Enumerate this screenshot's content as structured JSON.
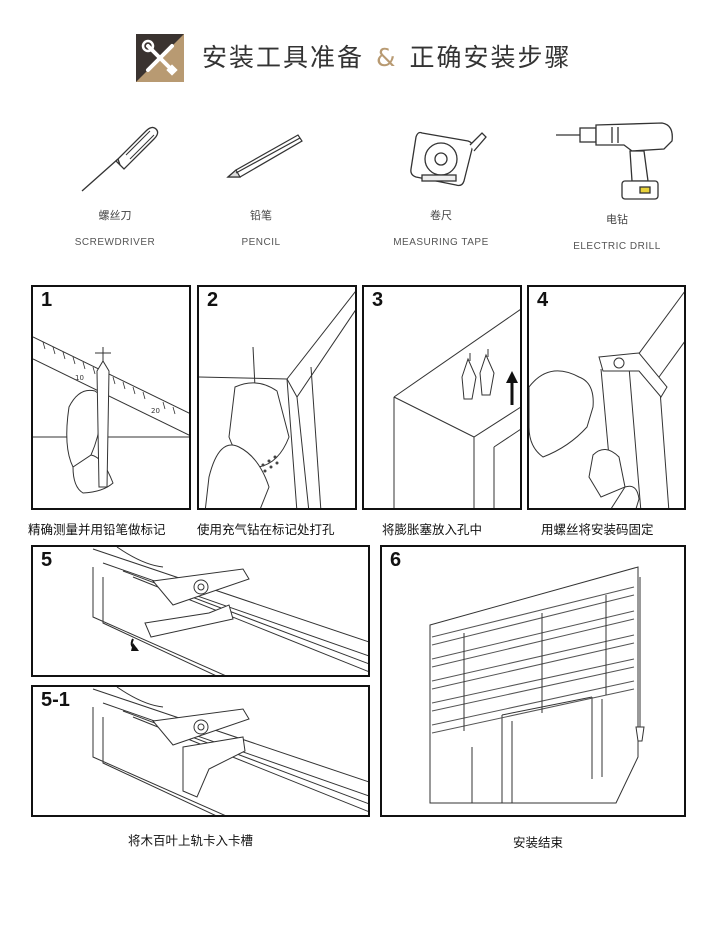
{
  "header": {
    "title_part1": "安装工具准备",
    "ampersand": "&",
    "title_part2": "正确安装步骤"
  },
  "tools": [
    {
      "cn": "螺丝刀",
      "en": "SCREWDRIVER",
      "icon": "screwdriver-icon"
    },
    {
      "cn": "铅笔",
      "en": "PENCIL",
      "icon": "pencil-icon"
    },
    {
      "cn": "卷尺",
      "en": "MEASURING TAPE",
      "icon": "tape-measure-icon"
    },
    {
      "cn": "电钻",
      "en": "ELECTRIC DRILL",
      "icon": "drill-icon"
    }
  ],
  "steps": [
    {
      "num": "1",
      "caption": "精确测量并用铅笔做标记"
    },
    {
      "num": "2",
      "caption": "使用充气钻在标记处打孔"
    },
    {
      "num": "3",
      "caption": "将膨胀塞放入孔中"
    },
    {
      "num": "4",
      "caption": "用螺丝将安装码固定"
    },
    {
      "num": "5",
      "caption": ""
    },
    {
      "num": "5-1",
      "caption": "将木百叶上轨卡入卡槽"
    },
    {
      "num": "6",
      "caption": "安装结束"
    }
  ],
  "ruler_marks": [
    "10",
    "20"
  ],
  "colors": {
    "logo_bg": "#b89a72",
    "logo_dark": "#3a3330",
    "accent": "#b89a72",
    "border": "#111111"
  }
}
